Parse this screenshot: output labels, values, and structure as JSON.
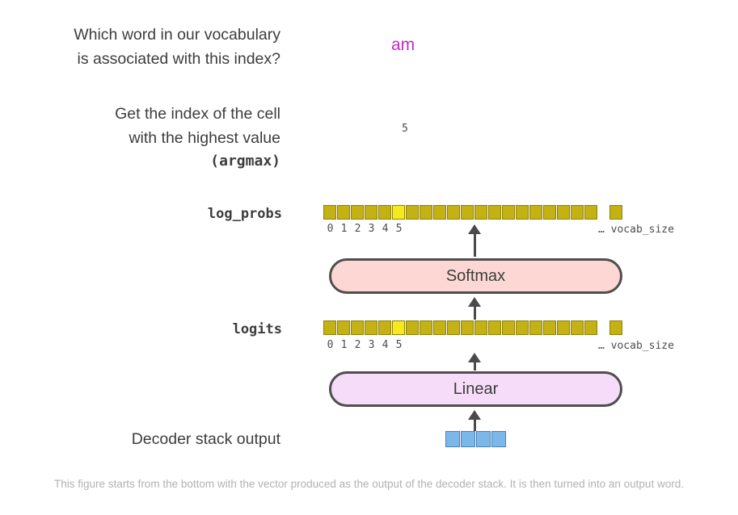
{
  "colors": {
    "text_dark": "#3d3d3d",
    "answer_magenta": "#c32bc3",
    "cell_fill": "#c4b113",
    "cell_border": "#8f820b",
    "cell_highlight": "#f6ea1c",
    "softmax_fill": "#fcd7d3",
    "linear_fill": "#f6dcf8",
    "blue_cell_fill": "#7cb7ea",
    "blue_cell_border": "#4a7fb5",
    "arrow": "#4a4a4a",
    "caption_gray": "#b2b2b7"
  },
  "question": {
    "line1": "Which word in our vocabulary",
    "line2": "is associated with this index?",
    "answer": "am"
  },
  "argmax": {
    "line1": "Get the index of the cell",
    "line2": "with the highest value",
    "line3": "(argmax)",
    "value": "5"
  },
  "log_probs": {
    "label": "log_probs",
    "indices": [
      "0",
      "1",
      "2",
      "3",
      "4",
      "5"
    ],
    "vocab_label": "… vocab_size",
    "cells": {
      "count": 20,
      "highlight": 5
    }
  },
  "logits": {
    "label": "logits",
    "indices": [
      "0",
      "1",
      "2",
      "3",
      "4",
      "5"
    ],
    "vocab_label": "… vocab_size",
    "cells": {
      "count": 20,
      "highlight": 5
    }
  },
  "softmax": {
    "label": "Softmax"
  },
  "linear": {
    "label": "Linear"
  },
  "decoder": {
    "label": "Decoder stack output",
    "cells": {
      "count": 4
    }
  },
  "caption": "This figure starts from the bottom with the vector produced as the output of the decoder stack. It is then turned into an output word."
}
